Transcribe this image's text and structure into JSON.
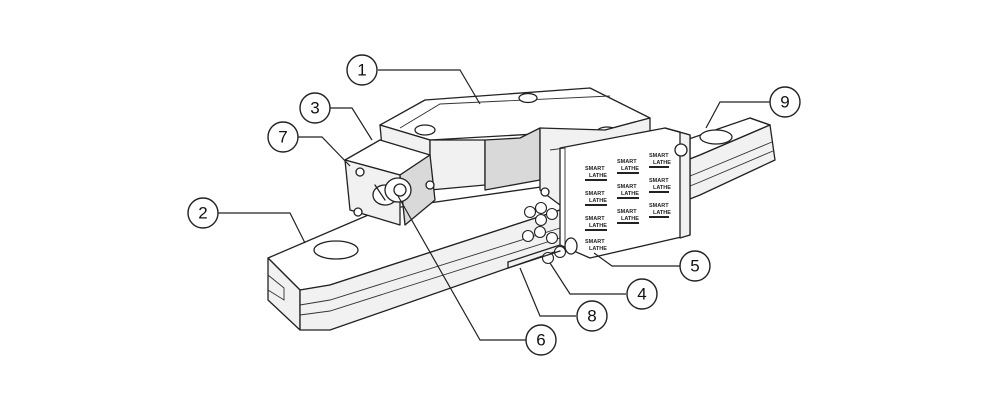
{
  "callouts": [
    {
      "id": "c1",
      "label": "1"
    },
    {
      "id": "c2",
      "label": "2"
    },
    {
      "id": "c3",
      "label": "3"
    },
    {
      "id": "c4",
      "label": "4"
    },
    {
      "id": "c5",
      "label": "5"
    },
    {
      "id": "c6",
      "label": "6"
    },
    {
      "id": "c7",
      "label": "7"
    },
    {
      "id": "c8",
      "label": "8"
    },
    {
      "id": "c9",
      "label": "9"
    }
  ],
  "logo": {
    "line1": "SMART",
    "line2": "LATHE"
  }
}
